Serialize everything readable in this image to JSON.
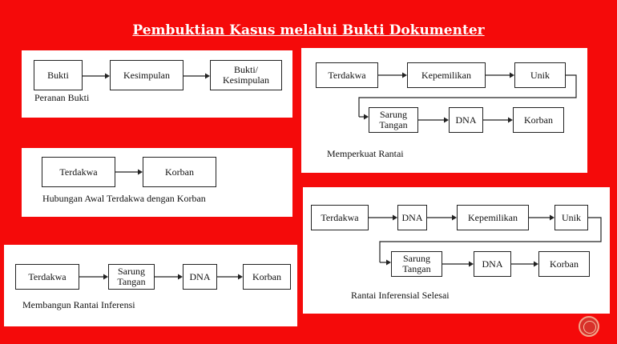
{
  "slide": {
    "title": "Pembuktian Kasus melalui Bukti Dokumenter",
    "background_color": "#f50a0a"
  },
  "panel1": {
    "boxes": [
      "Bukti",
      "Kesimpulan",
      "Bukti/ Kesimpulan"
    ],
    "caption": "Peranan Bukti"
  },
  "panel2": {
    "boxes": [
      "Terdakwa",
      "Korban"
    ],
    "caption": "Hubungan Awal Terdakwa dengan Korban"
  },
  "panel3": {
    "boxes": [
      "Terdakwa",
      "Sarung Tangan",
      "DNA",
      "Korban"
    ],
    "caption": "Membangun Rantai Inferensi"
  },
  "panel4": {
    "row1": [
      "Terdakwa",
      "Kepemilikan",
      "Unik"
    ],
    "row2": [
      "Sarung Tangan",
      "DNA",
      "Korban"
    ],
    "caption": "Memperkuat Rantai"
  },
  "panel5": {
    "row1": [
      "Terdakwa",
      "DNA",
      "Kepemilikan",
      "Unik"
    ],
    "row2": [
      "Sarung Tangan",
      "DNA",
      "Korban"
    ],
    "caption": "Rantai Inferensial Selesai"
  },
  "nav": {
    "icon": "circle-nav-icon"
  }
}
